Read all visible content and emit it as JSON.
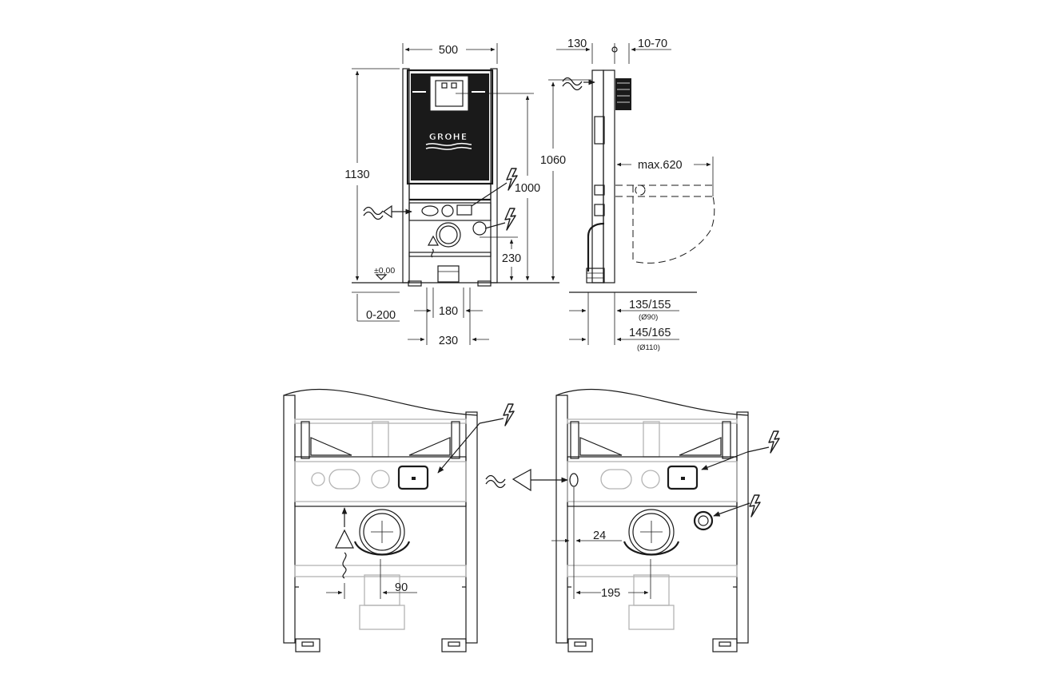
{
  "brand_logo": "GROHE",
  "top_front_view": {
    "dim_width": "500",
    "dim_total_height": "1130",
    "dim_button_height": "1000",
    "dim_outlet_height": "230",
    "floor_level": "±0,00",
    "dim_floor_range": "0-200",
    "dim_outlet_spacing": "180",
    "dim_bottom_width": "230"
  },
  "top_side_view": {
    "dim_frame_depth": "130",
    "dim_wall_range": "10-70",
    "dim_height": "1060",
    "dim_bowl_projection": "max.620",
    "dim_outlet_90": "135/155",
    "dim_outlet_90_diameter": "(Ø90)",
    "dim_outlet_110": "145/165",
    "dim_outlet_110_diameter": "(Ø110)"
  },
  "bottom_left_detail": {
    "dim_offset": "90"
  },
  "bottom_right_detail": {
    "dim_water_inlet": "24",
    "dim_center_offset": "195"
  },
  "icons": [
    "electric-supply-icon",
    "water-supply-icon"
  ]
}
